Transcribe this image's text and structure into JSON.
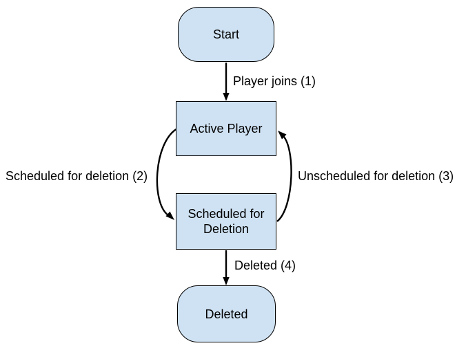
{
  "diagram": {
    "type": "state-diagram",
    "background_color": "#ffffff",
    "colors": {
      "node_fill": "#cfe2f3",
      "node_border": "#000000",
      "edge_stroke": "#000000",
      "text": "#000000"
    },
    "nodes": [
      {
        "id": "start",
        "label": "Start",
        "shape": "stadium"
      },
      {
        "id": "active-player",
        "label": "Active Player",
        "shape": "rectangle"
      },
      {
        "id": "scheduled-for-deletion",
        "label": "Scheduled for Deletion",
        "shape": "rectangle"
      },
      {
        "id": "deleted",
        "label": "Deleted",
        "shape": "stadium"
      }
    ],
    "edges": [
      {
        "from": "start",
        "to": "active-player",
        "label": "Player joins (1)",
        "style": "straight-down"
      },
      {
        "from": "active-player",
        "to": "scheduled-for-deletion",
        "label": "Scheduled for deletion (2)",
        "style": "curved-left"
      },
      {
        "from": "scheduled-for-deletion",
        "to": "active-player",
        "label": "Unscheduled for deletion (3)",
        "style": "curved-right"
      },
      {
        "from": "scheduled-for-deletion",
        "to": "deleted",
        "label": "Deleted (4)",
        "style": "straight-down"
      }
    ]
  }
}
